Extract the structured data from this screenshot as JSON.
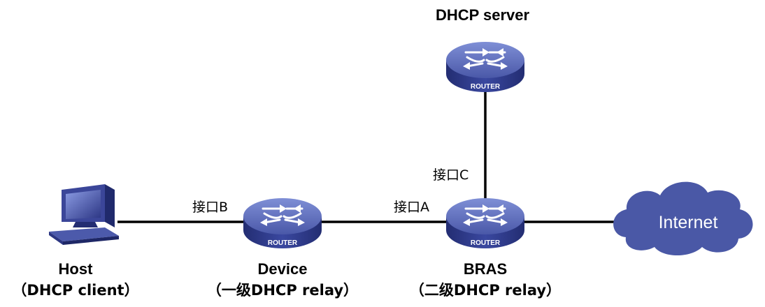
{
  "diagram": {
    "nodes": {
      "dhcp_server": {
        "label": "DHCP server",
        "badge": "ROUTER"
      },
      "host": {
        "label": "Host",
        "sublabel": "（DHCP client）"
      },
      "device": {
        "label": "Device",
        "sublabel": "（一级DHCP relay）",
        "badge": "ROUTER"
      },
      "bras": {
        "label": "BRAS",
        "sublabel": "（二级DHCP relay）",
        "badge": "ROUTER"
      },
      "internet": {
        "label": "Internet"
      }
    },
    "interfaces": {
      "a": "接口A",
      "b": "接口B",
      "c": "接口C"
    }
  },
  "colors": {
    "router_top": "#5f6fbb",
    "router_side": "#2f3b86",
    "cloud": "#4a58a6",
    "line": "#000000"
  }
}
